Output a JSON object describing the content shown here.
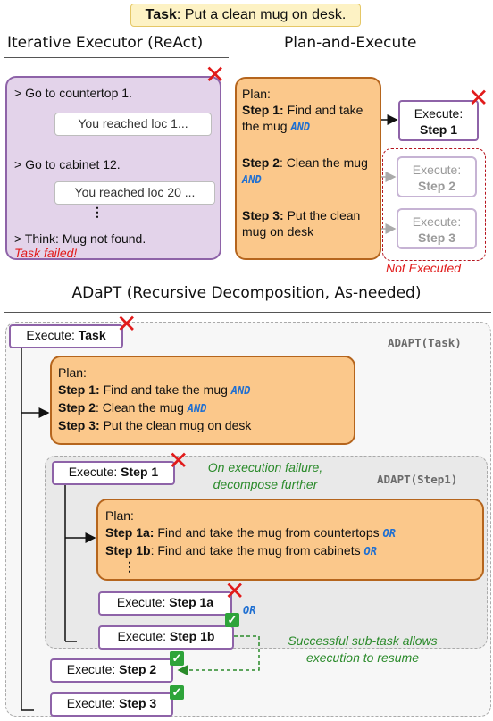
{
  "task_banner": {
    "label": "Task",
    "text": ": Put a clean mug on desk."
  },
  "react": {
    "title": "Iterative Executor (ReAct)",
    "line1": "> Go to countertop 1.",
    "obs1": "You reached loc 1...",
    "line2": "> Go to cabinet 12.",
    "obs2": "You reached loc 20 ...",
    "dots": "⋮",
    "line3": "> Think: Mug not found.",
    "failed": "Task failed!"
  },
  "plan_exec": {
    "title": "Plan-and-Execute",
    "plan_label": "Plan:",
    "step1_label": "Step 1:",
    "step1_text": " Find and take the mug ",
    "step2_label": "Step 2",
    "step2_text": ": Clean the mug ",
    "step3_label": "Step 3:",
    "step3_text": " Put the clean mug on desk",
    "and": "AND",
    "execute": "Execute:",
    "exec1": "Step 1",
    "exec2": "Step 2",
    "exec3": "Step 3",
    "not_executed": "Not Executed"
  },
  "adapt": {
    "title": "ADaPT (Recursive Decomposition, As-needed)",
    "tag_task": "ADAPT(Task)",
    "tag_step1": "ADAPT(Step1)",
    "execute": "Execute: ",
    "task": "Task",
    "plan_label": "Plan:",
    "p_step1_label": "Step 1:",
    "p_step1_text": " Find and take the mug ",
    "p_step2_label": "Step 2",
    "p_step2_text": ": Clean the mug ",
    "p_step3_label": "Step 3:",
    "p_step3_text": " Put the clean mug on desk",
    "and": "AND",
    "or": "OR",
    "step1": "Step 1",
    "fail_note_1": "On execution failure,",
    "fail_note_2": "decompose further",
    "sub_step1a_label": "Step 1a:",
    "sub_step1a_text": " Find and take the mug from countertops ",
    "sub_step1b_label": "Step 1b",
    "sub_step1b_text": ": Find and take the mug from cabinets ",
    "sub_dots": "⋮",
    "step1a": "Step 1a",
    "step1b": "Step 1b",
    "step2": "Step 2",
    "step3": "Step 3",
    "success_1": "Successful sub-task allows",
    "success_2": "execution to resume"
  },
  "icons": {
    "fail": "cross-mark-icon",
    "success": "check-mark-icon"
  },
  "colors": {
    "plan_fill": "#fbc88b",
    "plan_border": "#b5651d",
    "react_fill": "#e3d3ea",
    "exec_border": "#8e63a8",
    "fail_red": "#e11b1b",
    "success_green": "#2ea43a",
    "keyword_blue": "#1f6fd1"
  }
}
